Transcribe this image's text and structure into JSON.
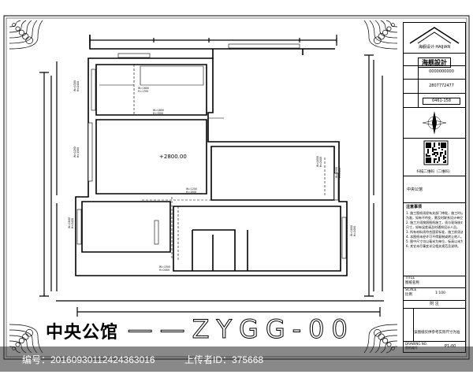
{
  "drawing": {
    "project_title": "中央公馆",
    "drawing_code": "——ZYGG-00",
    "ceiling_height_mark": "+2800.00",
    "window_labels": [
      {
        "line1": "W=1600",
        "line2": "H=1700"
      },
      {
        "line1": "W=1800",
        "line2": "H=1500"
      },
      {
        "line1": "W=1200",
        "line2": "H=1500"
      },
      {
        "line1": "W=1500",
        "line2": "H=2400"
      },
      {
        "line1": "W=1200",
        "line2": "H=1500"
      },
      {
        "line1": "W=1800",
        "line2": "H=2400"
      },
      {
        "line1": "W=1500",
        "line2": "H=2400"
      },
      {
        "line1": "W=1800",
        "line2": "H=2400"
      },
      {
        "line1": "W=1800",
        "line2": "H=2400"
      },
      {
        "line1": "W=1500",
        "line2": "H=2400"
      }
    ]
  },
  "title_block": {
    "logo_text": "海舰设计·HAIJIAN",
    "company_name": "海舰設計",
    "rows": [
      {
        "label": "",
        "value": "0000000000"
      },
      {
        "label": "",
        "value": "2807772477"
      },
      {
        "label": "",
        "value": "0461-158"
      }
    ],
    "qr_caption": "扫描二维码（二维码）",
    "project_name": "中央公馆",
    "notes_title": "注意事项",
    "notes": [
      "1. 施工图纸须经有关部门审批，施工时以图纸",
      "为准，如有不符处，需及时联系设计单位。",
      "2. 施工方须按照图纸施工，须与现场核对",
      "尺寸，如有误差请及时通知设计人员。",
      "3. 所有材料须符合国家标准，施工前须送样确认。",
      "4. 本图纸未经许可不得复制或转让他人。",
      "5. 图中尺寸均以毫米为单位，标高以米为单位。",
      "6. 其它未尽事宜详见相关规范及说明。"
    ],
    "title_label": "TITLE",
    "title_sub": "图纸名称",
    "scale_label": "SCALE",
    "scale_sub": "比例",
    "scale_value": "1:100",
    "remarks_label": "附 注",
    "remark_text": "该图纸仅供参考实际尺寸为准",
    "drawing_no_label": "DRAWING NO.",
    "drawing_no_sub": "图纸编号",
    "drawing_no_value": "P1-00"
  },
  "watermark": {
    "id_text": "编号：20160930112424363016",
    "uploader_text": "上传者ID：375668"
  }
}
